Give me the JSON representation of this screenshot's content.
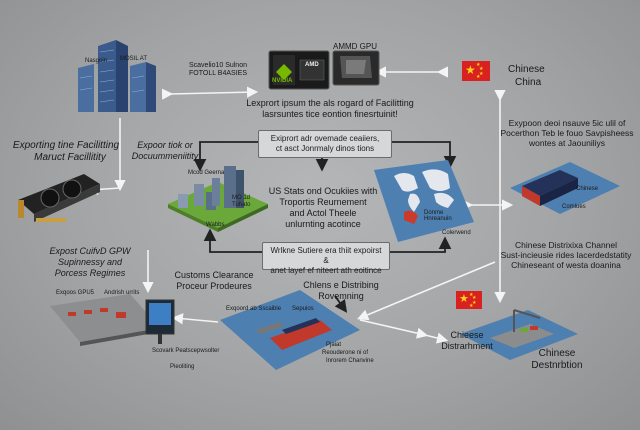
{
  "top_left_building": {
    "caption_a": "Nasgoin",
    "caption_b": "MOSIL AT"
  },
  "top_center": {
    "caption": "Scavelio10 Sulnon\nFOTOLL B4ASIES",
    "nvidia_label": "NVIDIA",
    "amd_label": "AMD",
    "amd_gpu_label": "AMMD GPU"
  },
  "china_top": {
    "line1": "Chinese",
    "line2": "China"
  },
  "main_caption": "Lexprort ipsum the als rogard of Facilitting\nlasrsuntes tice eontion finesrtuinit!",
  "left_title": {
    "line1": "Exporting tine Facilitting",
    "line2": "Maruct Facillitity"
  },
  "left_sub": "Expoor tiok or\nDocuummeniitity",
  "center_box_top": "Exiprort adr ovemade ceaiiers,\nct asct Jonrmaly dinos tions",
  "center_box_mid": "US Stats ond Ocukiies with\nTroportis Reurnement\nand Actol Theele\nunlurnting acotince",
  "center_box_bottom": "Wrlkne Sutiere era thiit expoirst &\nanet layef ef niteert ath eoitince",
  "city_labels": {
    "a": "Mcod Geerna",
    "b": "MO 1d",
    "c": "Tuhato",
    "d": "Wabbs"
  },
  "map_labels": {
    "a": "Donme",
    "b": "Hnreanuin",
    "c": "Colerwend"
  },
  "right_desc": "Exypoon deoi nsauve 5ic ulil of\nPocerthon Teb le fouo Savpisheess\nwontes at Jaouniliys",
  "container_labels": {
    "a": "Chinese",
    "b": "Comlues"
  },
  "left_mid": "Expost CuifvD GPW\nSupinnessy and\nPorcess Regimes",
  "customs": "Customs Clearance\nProceur Prodeures",
  "channel": "Chinese Distrixixa Channel\nSust-incieusie rides lacerdedstatity\nChineseant of westa doanina",
  "assembly_labels": {
    "a": "Exqoos GPU5",
    "b": "Andrish urrits",
    "c": "Scovark Peatscepwsolter",
    "d": "Pieoliting"
  },
  "ship_center_labels": {
    "a": "Exqoord ab Sscaible",
    "b": "Sepuios",
    "c": "Pjaiat",
    "d": "Reouderone ni of",
    "e": "Inrorem Chanvine"
  },
  "distributing": "Chlens e Distribing\nRovemning",
  "distribution_left": "Chieese\nDistrarhment",
  "distribution_right": "Chinese\nDestnrbtion",
  "colors": {
    "background": "#a2a4a6",
    "flag_red": "#d9211f",
    "flag_star": "#ffd21a",
    "ocean": "#4d7fb0",
    "building_blue": "#3a5b8c",
    "green_base": "#6aa83a"
  }
}
